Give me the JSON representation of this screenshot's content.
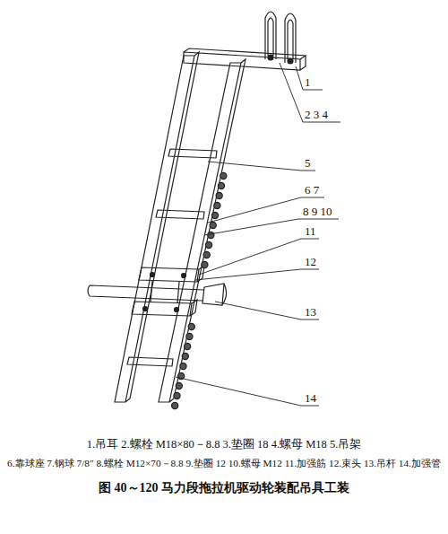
{
  "diagram": {
    "caption": "图 40～120 马力段拖拉机驱动轮装配吊具工装",
    "labels": [
      "1",
      "2 3 4",
      "5",
      "6 7",
      "8 9 10",
      "11",
      "12",
      "13",
      "14",
      "1.吊耳 2.螺栓 M18×80－8.8 3.垫圈 18 4.螺母 M18 5.吊架",
      "6.靠球座 7.钢球 7/8″ 8.螺栓 M12×70－8.8 9.垫圈 12 10.螺母 M12 11.加强筋 12.束头 13.吊杆 14.加强管"
    ]
  }
}
